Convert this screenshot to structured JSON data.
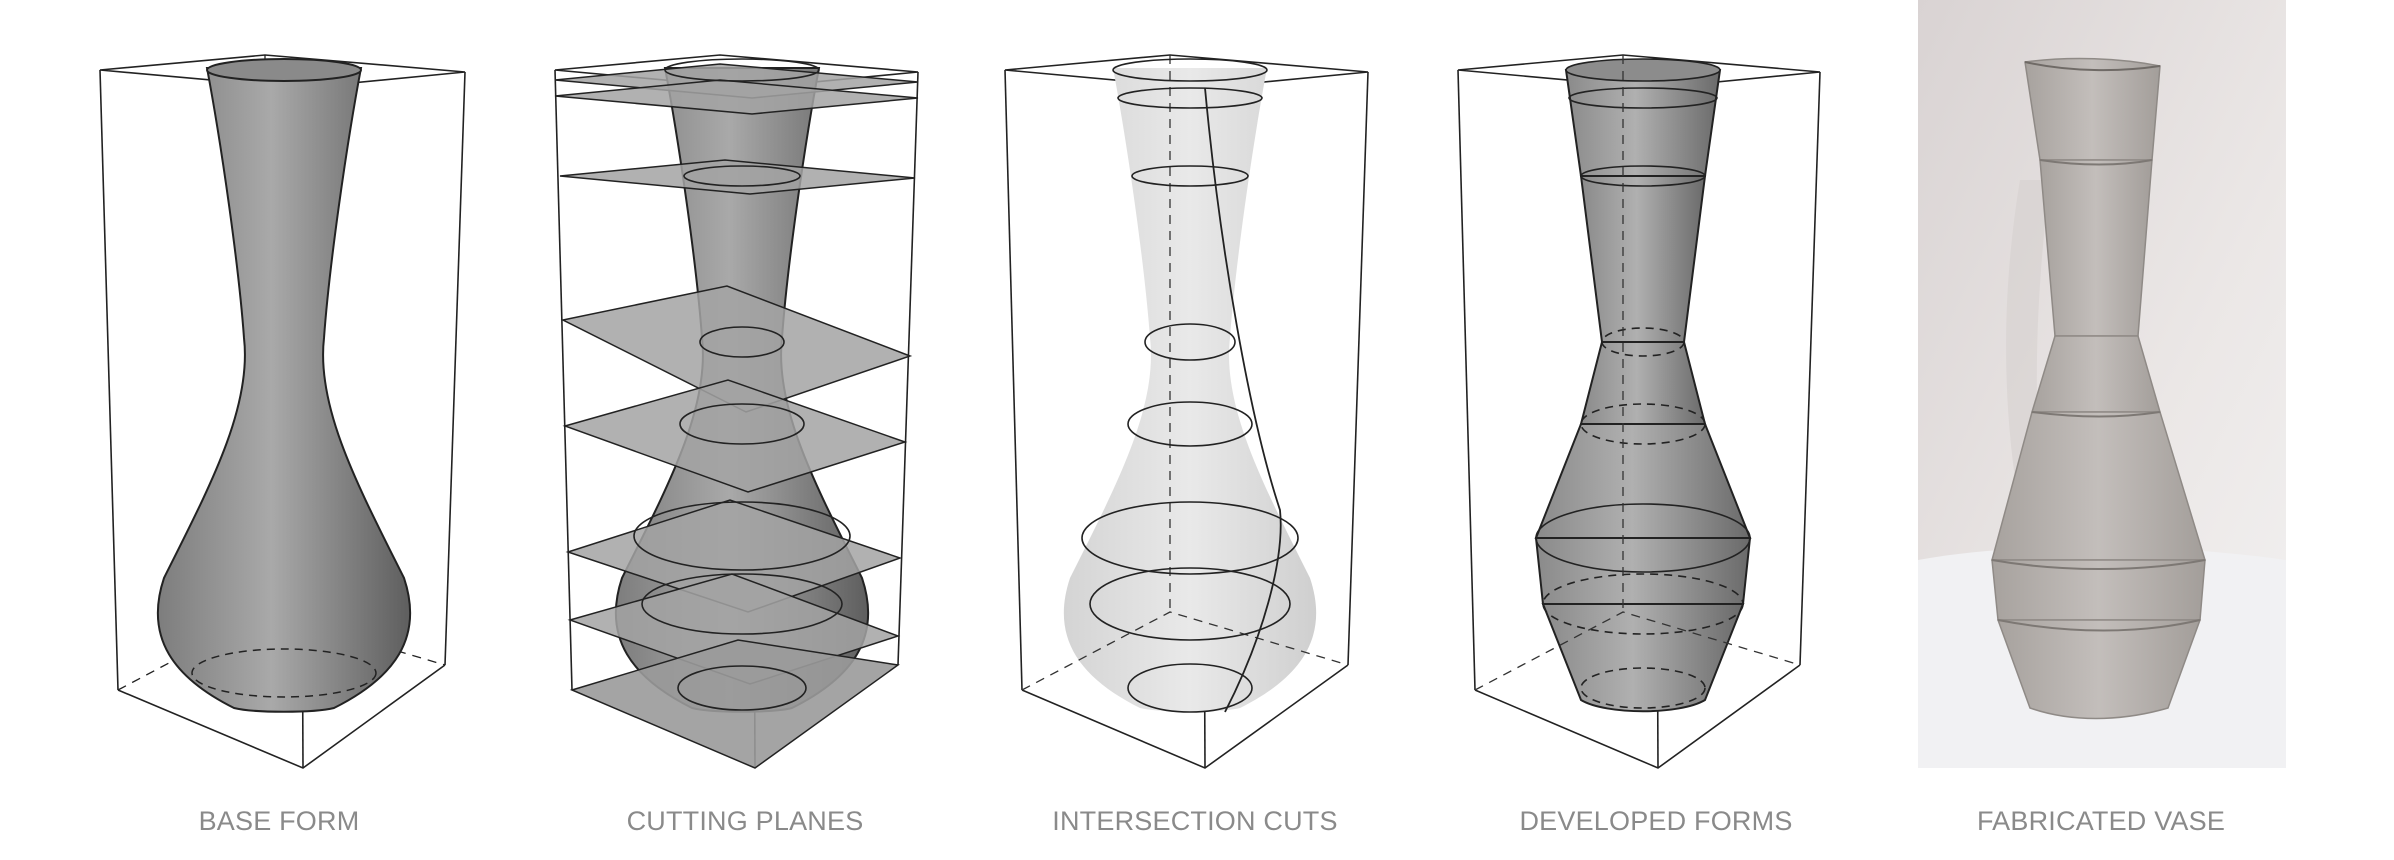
{
  "captions": {
    "base_form": "BASE FORM",
    "cutting_planes": "CUTTING PLANES",
    "intersection_cuts": "INTERSECTION CUTS",
    "developed_forms": "DEVELOPED FORMS",
    "fabricated_vase": "FABRICATED VASE"
  },
  "colors": {
    "vase_dark": "#6e6e6e",
    "vase_mid": "#a6a6a6",
    "vase_light": "#dcdcdc",
    "plane": "#9c9c9c",
    "caption": "#8a8a8a",
    "photo_wall": "#e7e3e2",
    "photo_paper": "#b9b4b0"
  }
}
